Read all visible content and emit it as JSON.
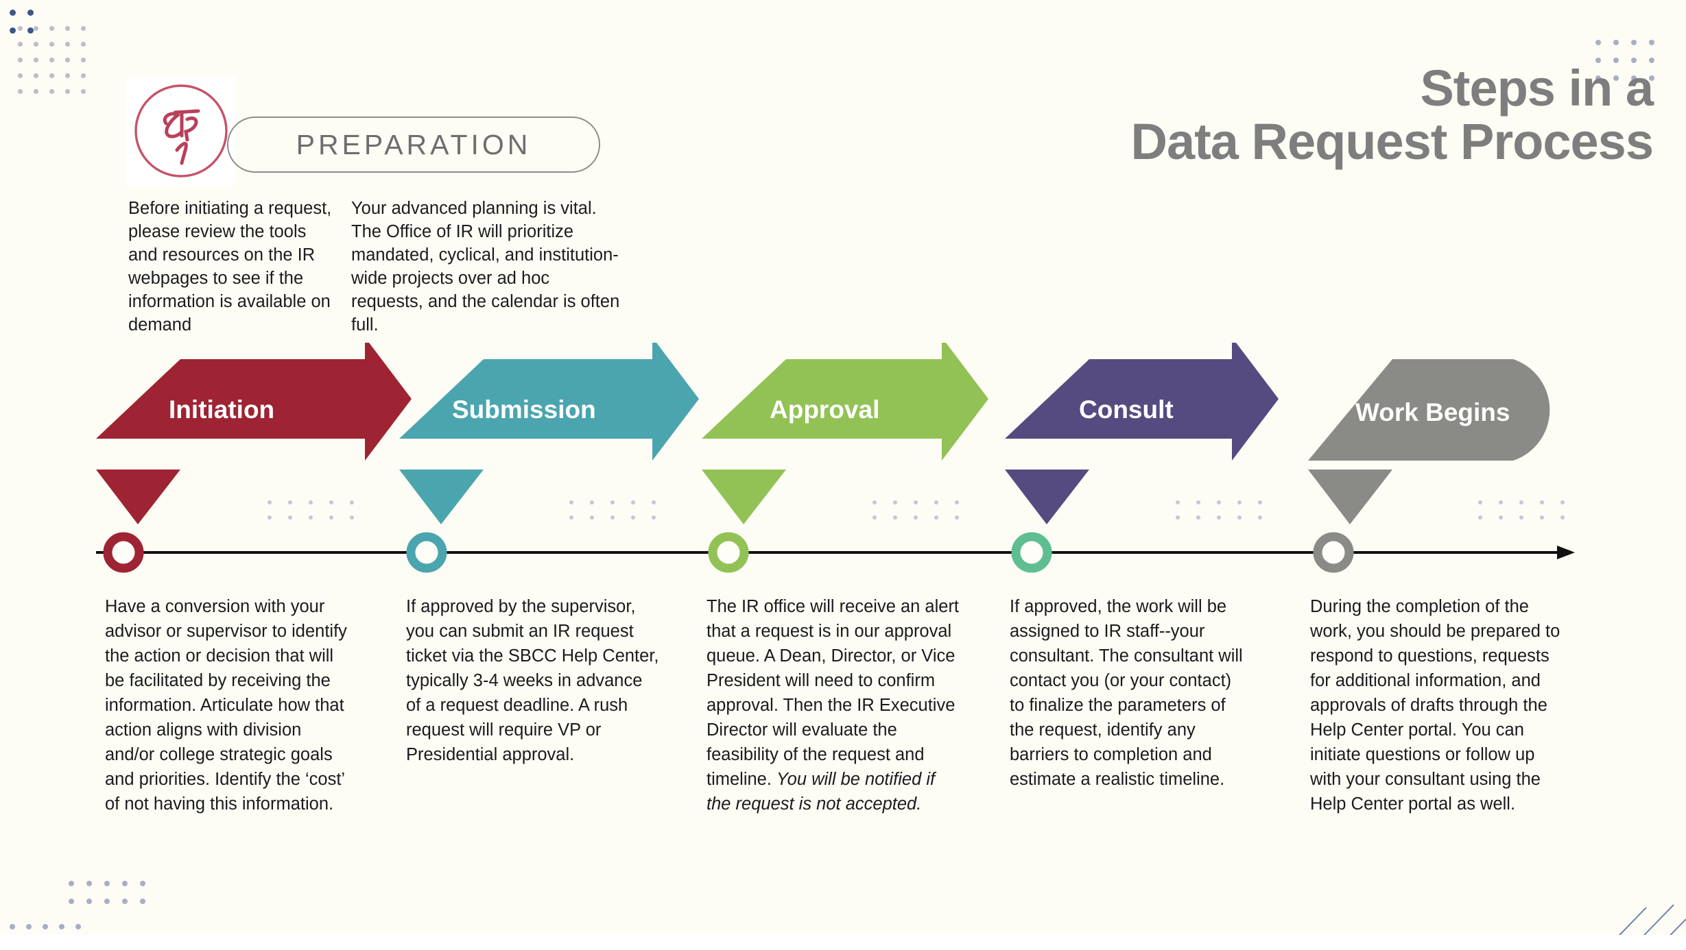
{
  "header": {
    "title_line1": "Steps in a",
    "title_line2": "Data Request Process",
    "title_color": "#7E7E7E"
  },
  "step_badge": {
    "label_script": "Step",
    "number": "1",
    "color": "#C4536A"
  },
  "preparation": {
    "pill_label": "PREPARATION",
    "column_1": "Before initiating a request, please review the tools and resources on the IR webpages to see if the information is available on demand",
    "column_2": "Your advanced planning is  vital. The Office of IR will prioritize mandated, cyclical, and institution-wide projects over ad hoc requests, and the calendar is often full."
  },
  "steps": [
    {
      "label": "Initiation",
      "color": "#9E2333",
      "marker_color": "#9E2333",
      "shape": "chevron",
      "description": "Have a conversion with your advisor or supervisor to identify the action or decision that will be facilitated by receiving the information. Articulate how that action aligns with division and/or college strategic goals and priorities. Identify the ‘cost’ of not having this information."
    },
    {
      "label": "Submission",
      "color": "#4BA5AF",
      "marker_color": "#4BA5AF",
      "shape": "chevron",
      "description": "If approved by the supervisor, you can submit an IR request ticket via the SBCC Help Center, typically 3-4 weeks in advance of a request deadline. A rush request will require VP or Presidential approval."
    },
    {
      "label": "Approval",
      "color": "#92C255",
      "marker_color": "#92C255",
      "shape": "chevron",
      "description_plain": "The IR office will receive an alert that a request is in our approval queue. A Dean, Director, or Vice President will need to confirm approval. Then the IR Executive Director will evaluate the feasibility of the request and timeline. ",
      "description_italic": "You will be notified if the request is not accepted."
    },
    {
      "label": "Consult",
      "color": "#554B81",
      "marker_color": "#5FBD92",
      "shape": "chevron",
      "description": "If approved, the work will be assigned to IR staff--your consultant. The consultant will contact you (or your contact) to finalize the parameters of the request, identify any barriers to completion and estimate a realistic timeline."
    },
    {
      "label": "Work Begins",
      "color": "#8A8A87",
      "marker_color": "#8A8A87",
      "shape": "rounded-end",
      "description": "During the completion of the work, you should be prepared to respond to questions, requests for additional information, and approvals of drafts through the Help Center portal. You can initiate questions or follow up with your consultant using the Help Center portal as well."
    }
  ],
  "timeline": {
    "line_color": "#111111",
    "marker_fill": "#FEFDF8",
    "has_end_arrow": true
  },
  "decor": {
    "dot_navy": "#3E5585",
    "dot_light": "#A9AEC6",
    "diagonal_line_color": "#6C7FA8",
    "background": "#FDFCF5"
  }
}
